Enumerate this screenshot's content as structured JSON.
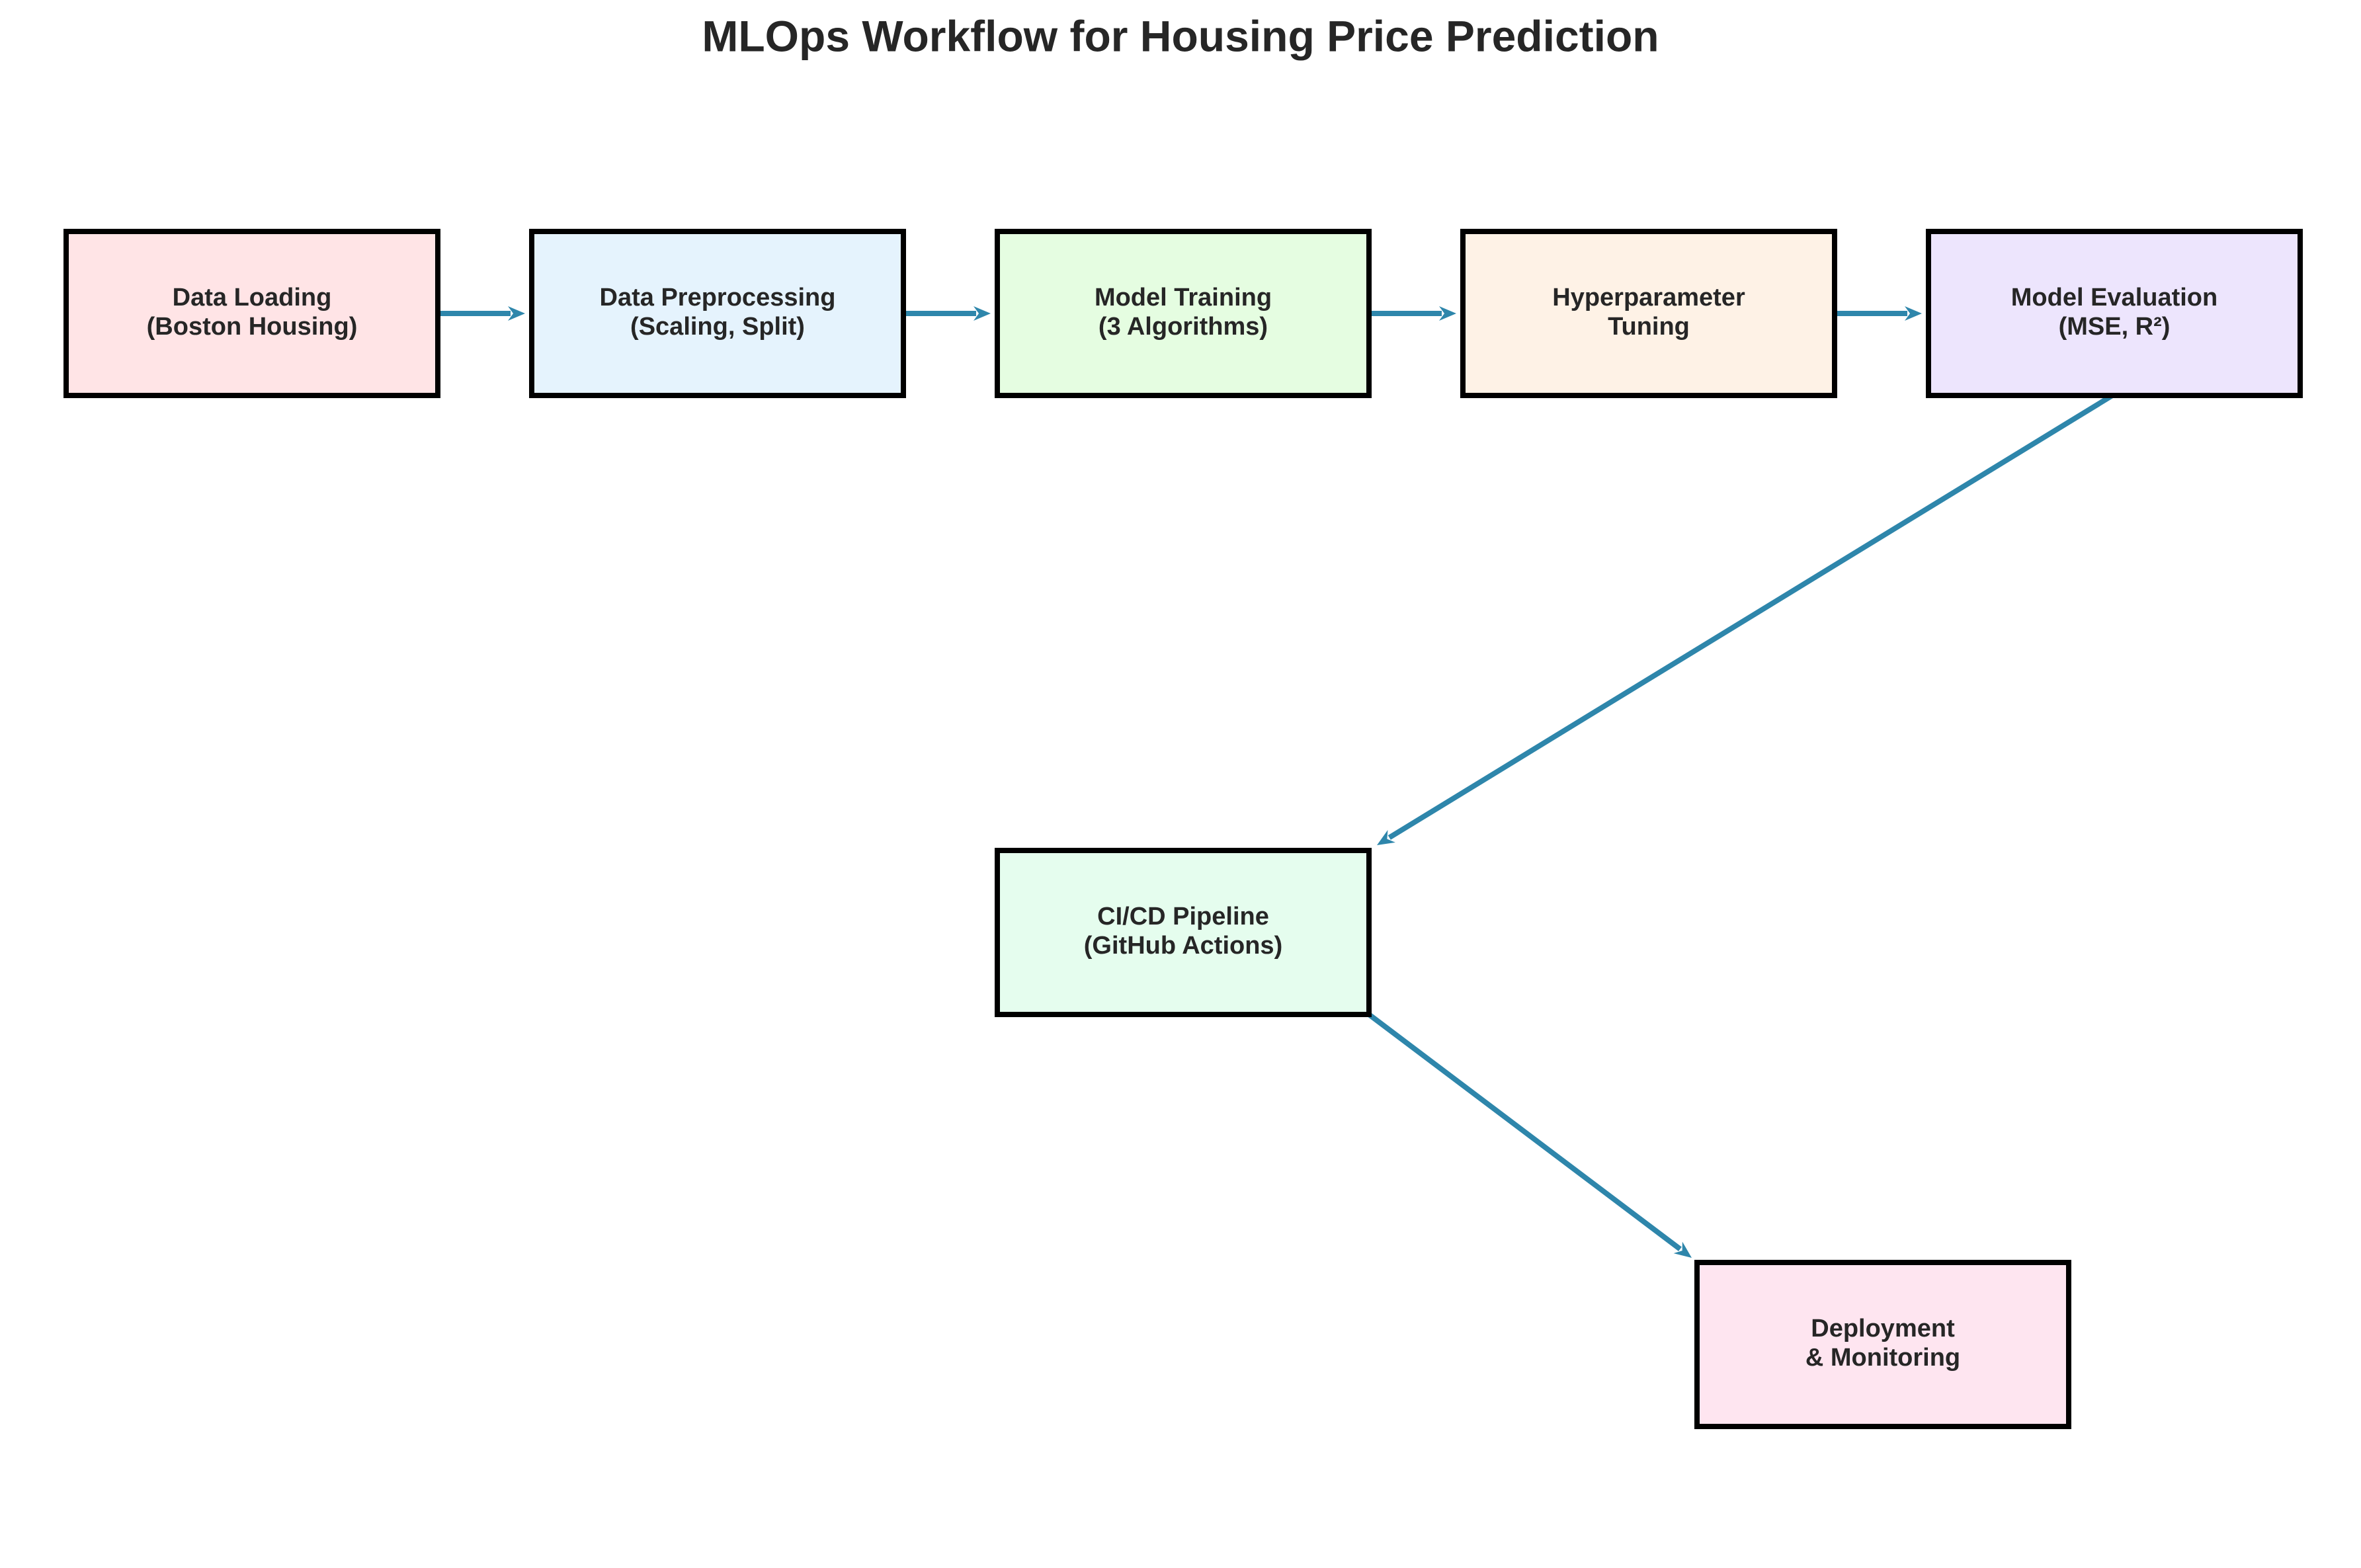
{
  "title": "MLOps Workflow for Housing Price Prediction",
  "colors": {
    "arrow": "#2e86ab",
    "border": "#000000",
    "text": "#262626"
  },
  "nodes": [
    {
      "id": "data-loading",
      "lines": [
        "Data Loading",
        "(Boston Housing)"
      ],
      "fill": "#ffe4e6"
    },
    {
      "id": "data-preprocessing",
      "lines": [
        "Data Preprocessing",
        "(Scaling, Split)"
      ],
      "fill": "#e5f3fd"
    },
    {
      "id": "model-training",
      "lines": [
        "Model Training",
        "(3 Algorithms)"
      ],
      "fill": "#e5fde1"
    },
    {
      "id": "hyperparameter-tuning",
      "lines": [
        "Hyperparameter",
        "Tuning"
      ],
      "fill": "#fef2e6"
    },
    {
      "id": "model-evaluation",
      "lines": [
        "Model Evaluation",
        "(MSE, R²)"
      ],
      "fill": "#ede5fd"
    },
    {
      "id": "cicd-pipeline",
      "lines": [
        "CI/CD Pipeline",
        "(GitHub Actions)"
      ],
      "fill": "#e5fdee"
    },
    {
      "id": "deployment-monitoring",
      "lines": [
        "Deployment",
        "& Monitoring"
      ],
      "fill": "#fee5f0"
    }
  ],
  "edges": [
    {
      "from": "data-loading",
      "to": "data-preprocessing"
    },
    {
      "from": "data-preprocessing",
      "to": "model-training"
    },
    {
      "from": "model-training",
      "to": "hyperparameter-tuning"
    },
    {
      "from": "hyperparameter-tuning",
      "to": "model-evaluation"
    },
    {
      "from": "model-evaluation",
      "to": "cicd-pipeline"
    },
    {
      "from": "cicd-pipeline",
      "to": "deployment-monitoring"
    }
  ]
}
